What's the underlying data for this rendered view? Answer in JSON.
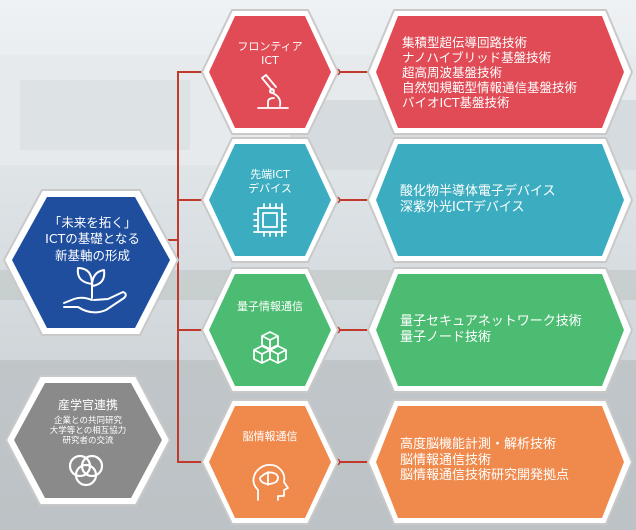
{
  "root": {
    "title_lines": [
      "「未来を拓く」",
      "ICTの基礎となる",
      "新基軸の形成"
    ],
    "color": "#1f4e9e",
    "icon": "hand-plant-icon"
  },
  "partnership": {
    "title": "産学官連携",
    "lines": [
      "企業との共同研究",
      "大学等との相互協力",
      "研究者の交流"
    ],
    "color": "#8a8a8a",
    "icon": "interlocking-rings-icon"
  },
  "branches": [
    {
      "title_lines": [
        "フロンティア",
        "ICT"
      ],
      "icon": "microscope-icon",
      "color": "#e04b56",
      "items": [
        "集積型超伝導回路技術",
        "ナノハイブリッド基盤技術",
        "超高周波基盤技術",
        "自然知規範型情報通信基盤技術",
        "バイオICT基盤技術"
      ]
    },
    {
      "title_lines": [
        "先端ICT",
        "デバイス"
      ],
      "icon": "chip-icon",
      "color": "#3cadc0",
      "items": [
        "酸化物半導体電子デバイス",
        "深紫外光ICTデバイス"
      ]
    },
    {
      "title_lines": [
        "量子情報通信"
      ],
      "icon": "cubes-icon",
      "color": "#4cbc72",
      "items": [
        "量子セキュアネットワーク技術",
        "量子ノード技術"
      ]
    },
    {
      "title_lines": [
        "脳情報通信"
      ],
      "icon": "brain-head-icon",
      "color": "#ef8a4c",
      "items": [
        "高度脳機能計測・解析技術",
        "脳情報通信技術",
        "脳情報通信技術研究開発拠点"
      ]
    }
  ],
  "colors": {
    "connector": "#c0392b",
    "silver": "#f2f2f2"
  }
}
